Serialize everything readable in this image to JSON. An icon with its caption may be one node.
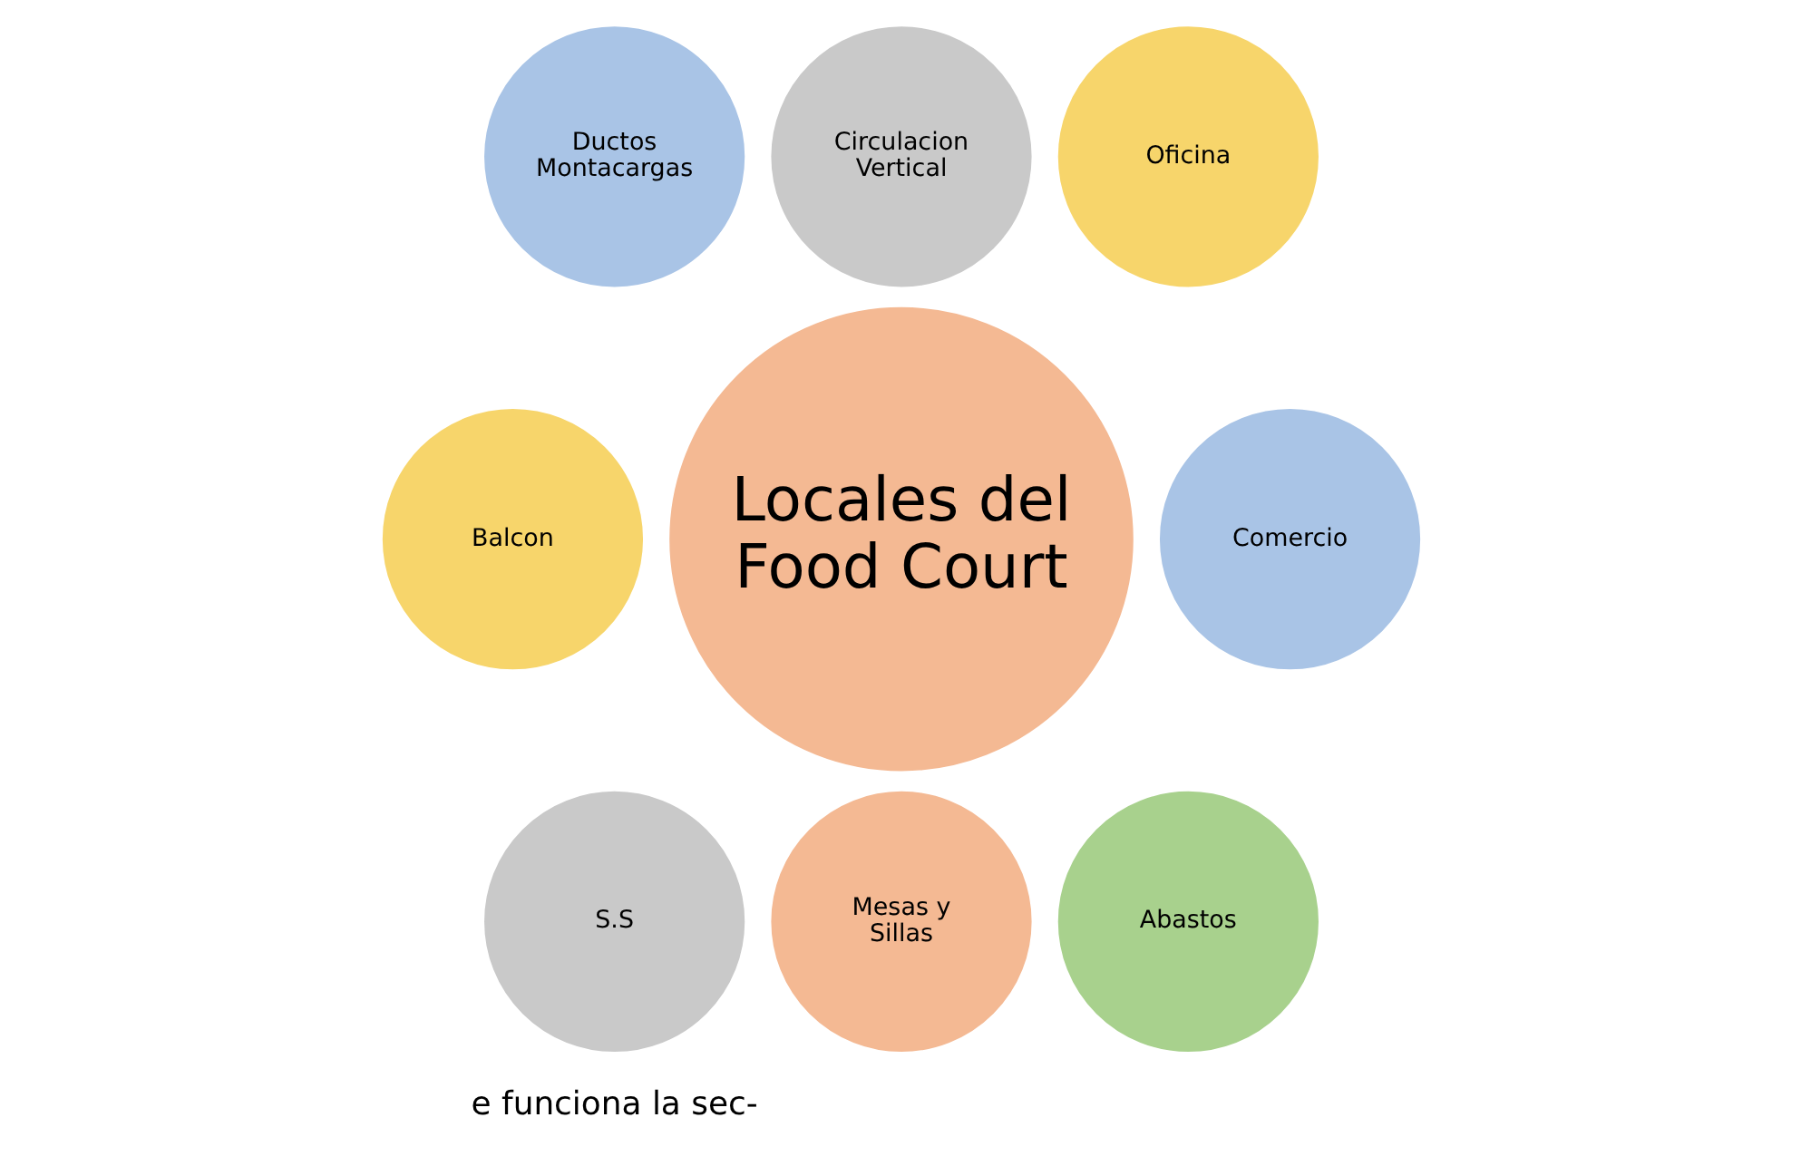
{
  "diagram": {
    "nodes": [
      {
        "text": [
          "Circulacion Vertical"
        ]
      },
      {
        "text": [
          "Ductos Montacargas"
        ]
      },
      {
        "text": [
          "Oficina"
        ]
      },
      {
        "text": [
          "Balcon"
        ]
      },
      {
        "text": [
          "Locales del Food Court"
        ]
      },
      {
        "text": [
          "Comercio"
        ]
      },
      {
        "text": [
          "S.S"
        ]
      },
      {
        "text": [
          "Abastos"
        ]
      },
      {
        "text": [
          "Mesas y Sillas"
        ]
      }
    ],
    "edges": [],
    "labels": [
      "e funciona la sec-"
    ]
  }
}
